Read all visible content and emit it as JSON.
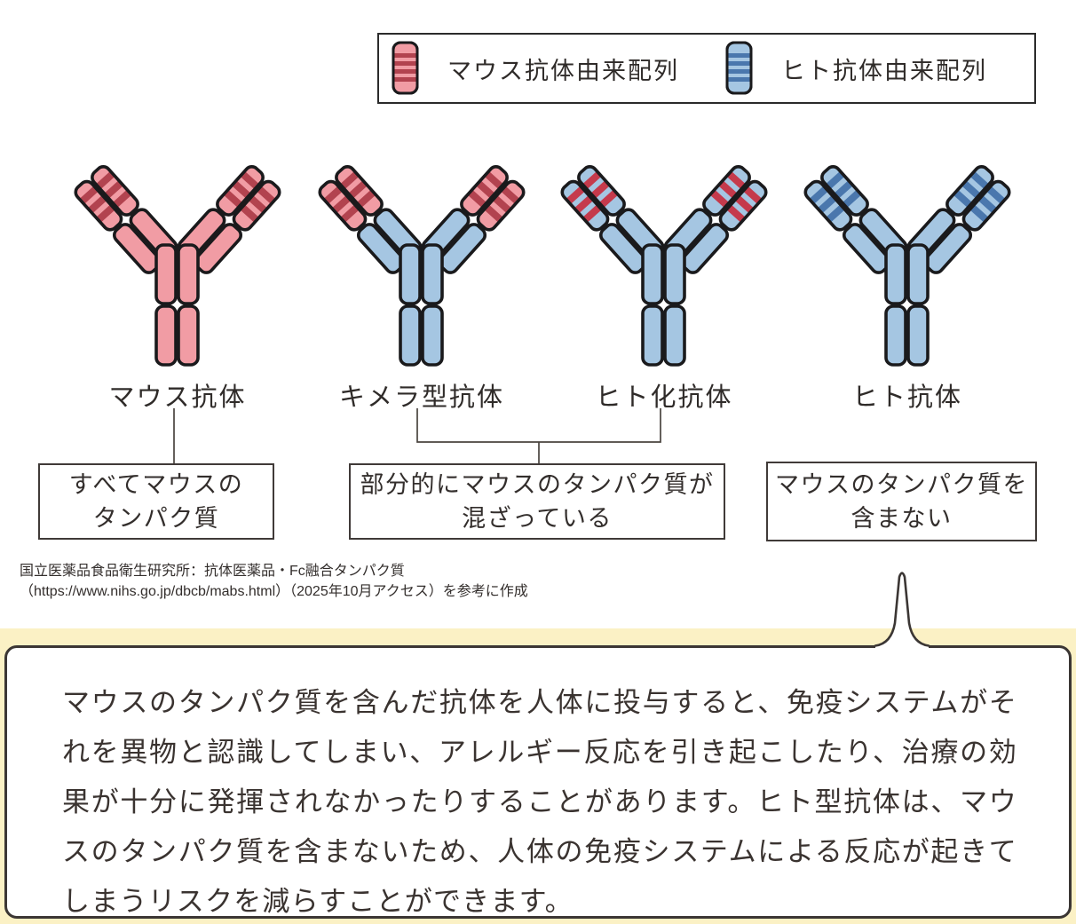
{
  "palette": {
    "outline": "#1a1a1c",
    "diagram_line": "#4a443f",
    "box_border": "#403a38",
    "callout_border": "#3b3634",
    "yellow_band": "#fbf1c5",
    "text": "#332e2c",
    "mouse_pink": "#f19ca4",
    "mouse_stripe_red": "#b2434f",
    "human_blue": "#a5c6e2",
    "human_stripe_blue": "#4a77ad",
    "cdr_red": "#c53a4c"
  },
  "legend": {
    "items": [
      {
        "label": "マウス抗体由来配列",
        "colors": {
          "fill": "#f19ca4",
          "stripe": "#b2434f"
        }
      },
      {
        "label": "ヒト抗体由来配列",
        "colors": {
          "fill": "#a5c6e2",
          "stripe": "#4a77ad"
        }
      }
    ]
  },
  "antibodies": [
    {
      "label": "マウス抗体",
      "colors": {
        "tip": "#f19ca4",
        "stripe": "#b2434f",
        "base": "#f19ca4"
      }
    },
    {
      "label": "キメラ型抗体",
      "colors": {
        "tip": "#f19ca4",
        "stripe": "#b2434f",
        "base": "#a5c6e2"
      }
    },
    {
      "label": "ヒト化抗体",
      "colors": {
        "tip": "#a5c6e2",
        "stripe": "#c53a4c",
        "base": "#a5c6e2"
      }
    },
    {
      "label": "ヒト抗体",
      "colors": {
        "tip": "#a5c6e2",
        "stripe": "#4a77ad",
        "base": "#a5c6e2"
      }
    }
  ],
  "notes": [
    {
      "lines": [
        "すべてマウスの",
        "タンパク質"
      ]
    },
    {
      "lines": [
        "部分的にマウスのタンパク質が",
        "混ざっている"
      ]
    },
    {
      "lines": [
        "マウスのタンパク質を",
        "含まない"
      ]
    }
  ],
  "source": {
    "line1": "国立医薬品食品衛生研究所：抗体医薬品・Fc融合タンパク質",
    "line2": "（https://www.nihs.go.jp/dbcb/mabs.html）（2025年10月アクセス）を参考に作成"
  },
  "callout": {
    "text": "マウスのタンパク質を含んだ抗体を人体に投与すると、免疫システムがそれを異物と認識してしまい、アレルギー反応を引き起こしたり、治療の効果が十分に発揮されなかったりすることがあります。ヒト型抗体は、マウスのタンパク質を含まないため、人体の免疫システムによる反応が起きてしまうリスクを減らすことができます。"
  }
}
